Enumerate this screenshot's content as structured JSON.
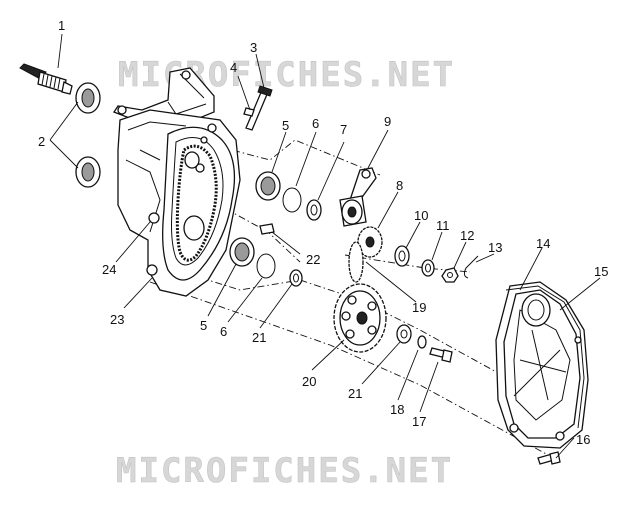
{
  "watermark": {
    "top": "MICROFICHES.NET",
    "bottom": "MICROFICHES.NET"
  },
  "callouts": {
    "c1": "1",
    "c2": "2",
    "c3": "3",
    "c4": "4",
    "c5a": "5",
    "c5b": "5",
    "c6a": "6",
    "c6b": "6",
    "c7": "7",
    "c8": "8",
    "c9": "9",
    "c10": "10",
    "c11": "11",
    "c12": "12",
    "c13": "13",
    "c14": "14",
    "c15": "15",
    "c16": "16",
    "c17": "17",
    "c18": "18",
    "c19": "19",
    "c20": "20",
    "c21a": "21",
    "c21b": "21",
    "c22": "22",
    "c23": "23",
    "c24": "24"
  },
  "icons": {
    "shaft": "splined-shaft-icon",
    "seal": "oil-seal-icon",
    "housing": "chaincase-housing-icon",
    "chain": "drive-chain-icon",
    "bearing": "bearing-icon",
    "ring": "snap-ring-icon",
    "tensioner": "tensioner-arm-icon",
    "sprocket": "sprocket-icon",
    "washer": "washer-icon",
    "nut": "nut-icon",
    "pin": "cotter-pin-icon",
    "cover": "chaincase-cover-icon",
    "gasket": "cover-gasket-icon",
    "bolt": "bolt-icon"
  }
}
